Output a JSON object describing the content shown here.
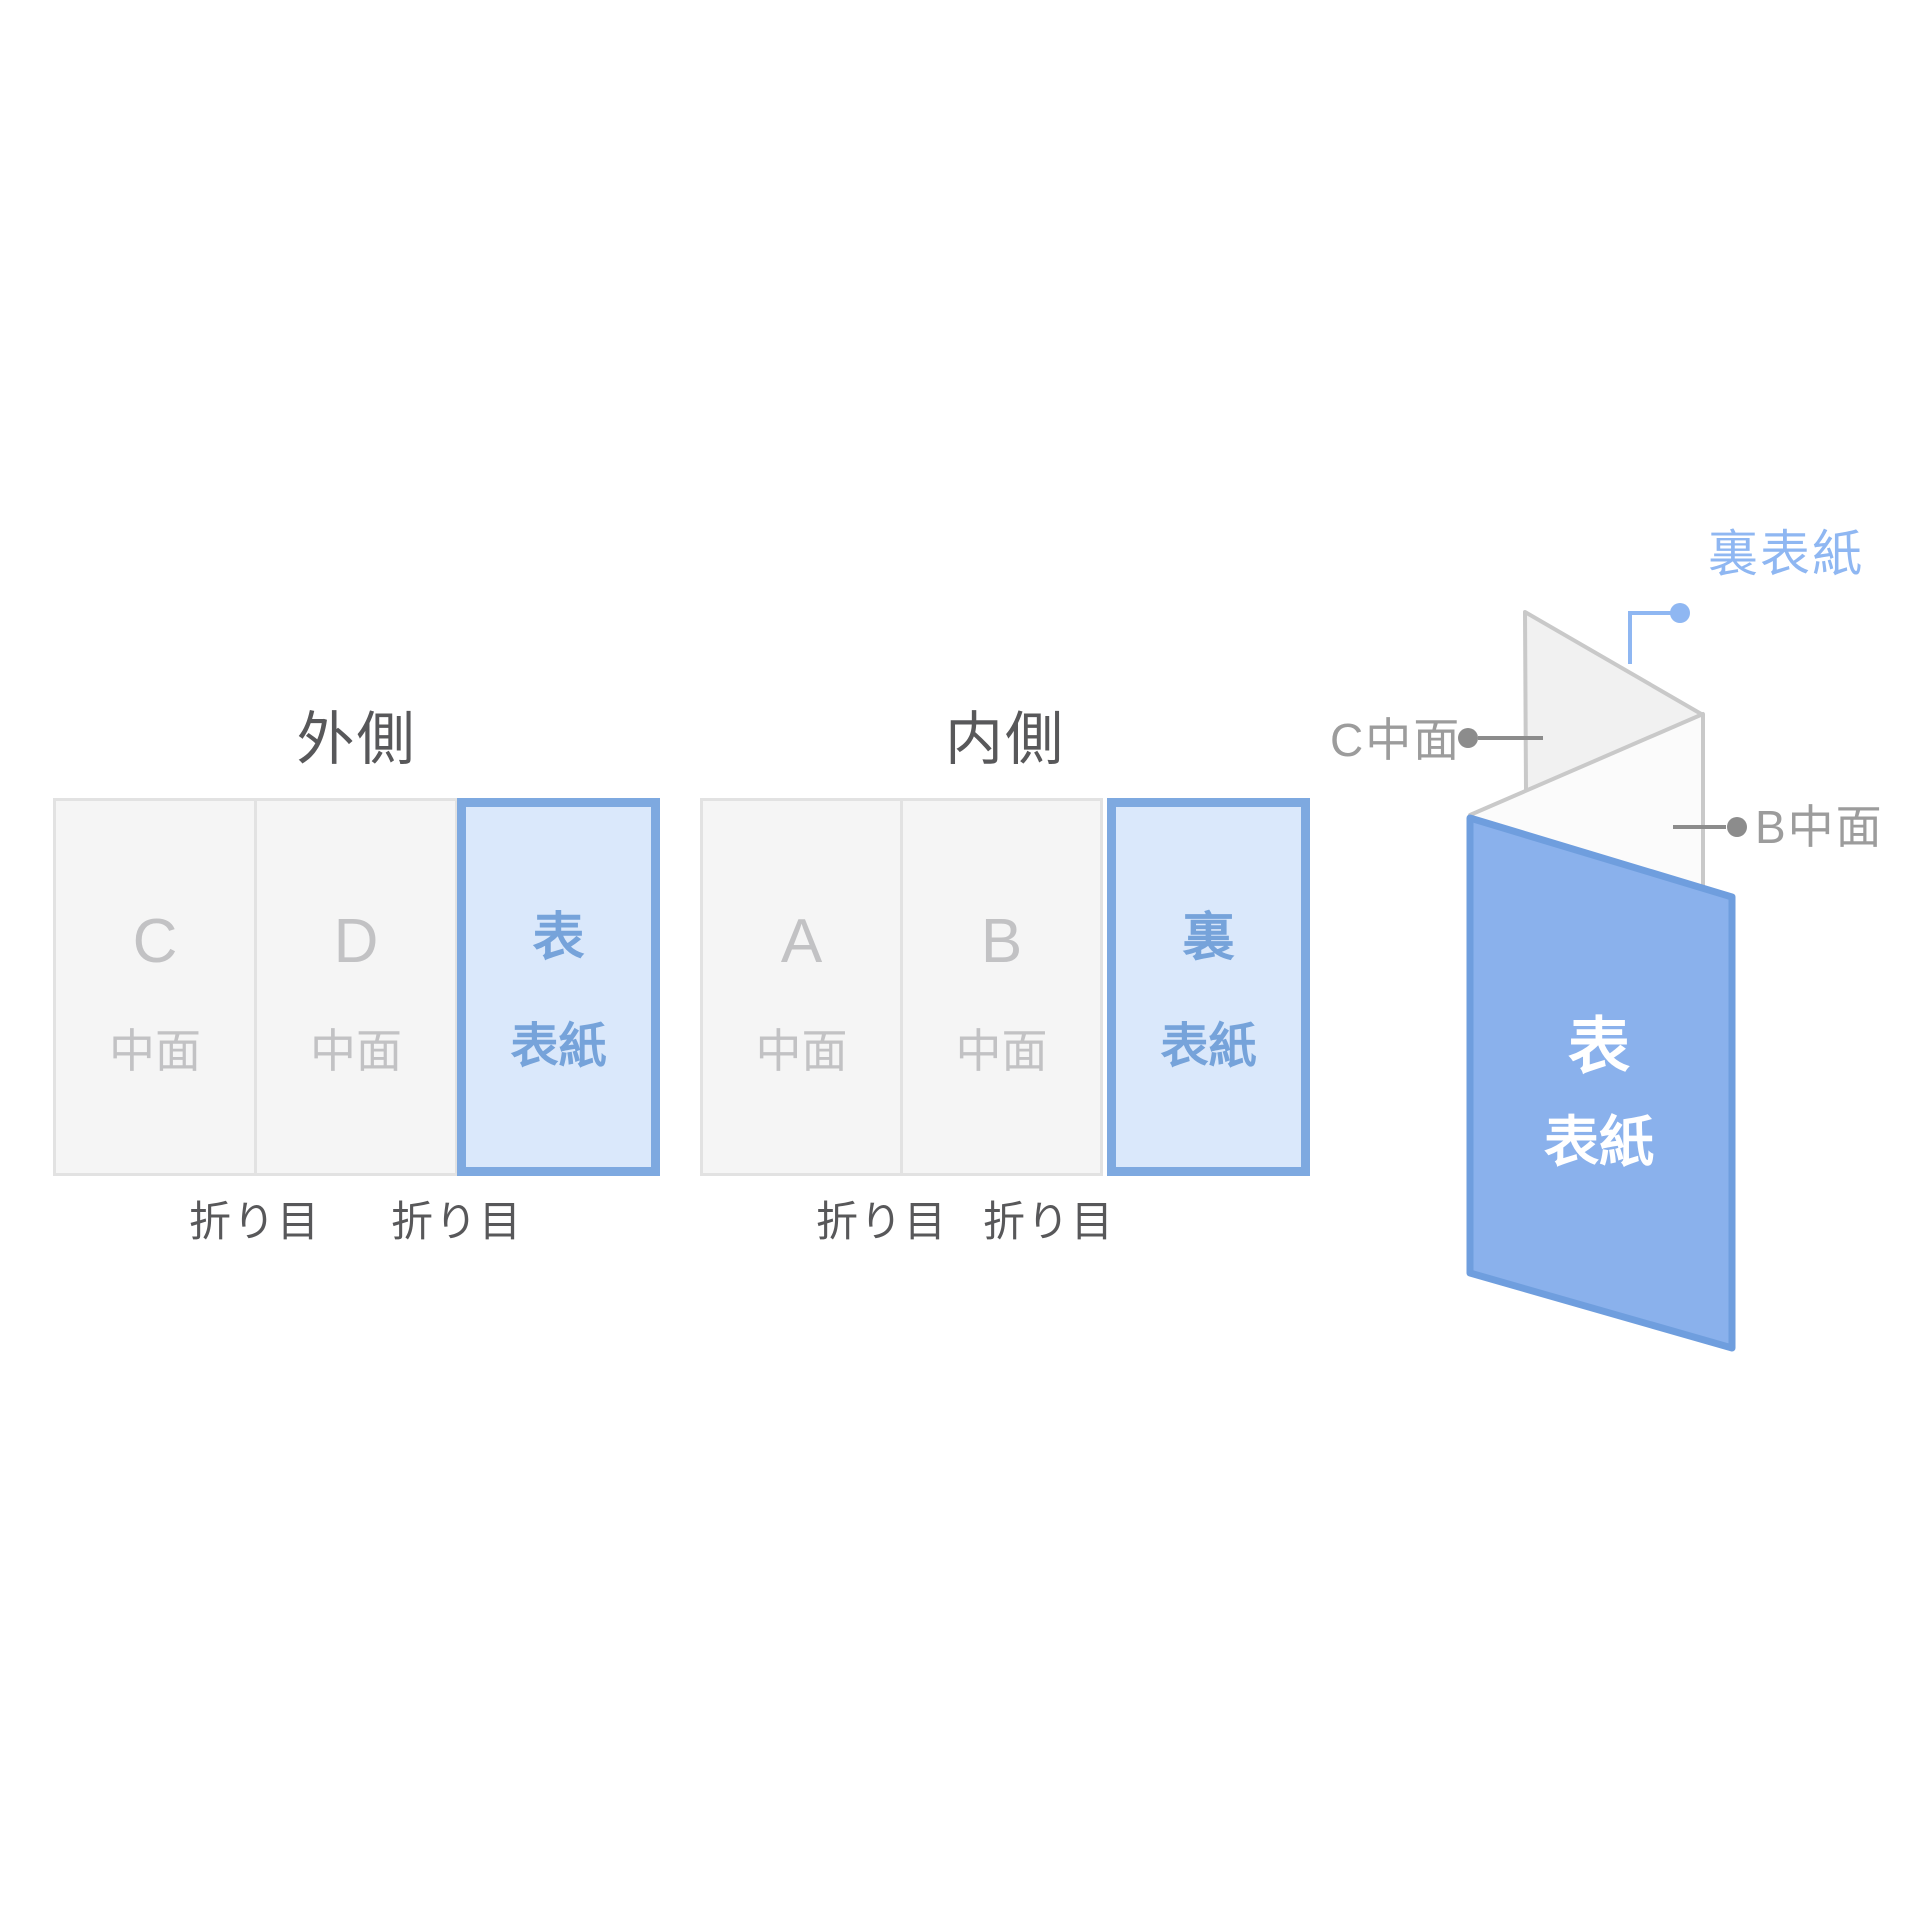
{
  "outside_block": {
    "title": "外側",
    "panels": [
      {
        "letter": "C",
        "sub": "中面"
      },
      {
        "letter": "D",
        "sub": "中面"
      },
      {
        "letter": "表",
        "sub": "表紙"
      }
    ],
    "fold_labels": [
      "折り目",
      "折り目"
    ]
  },
  "inside_block": {
    "title": "内側",
    "panels": [
      {
        "letter": "A",
        "sub": "中面"
      },
      {
        "letter": "B",
        "sub": "中面"
      },
      {
        "letter": "裏",
        "sub": "表紙"
      }
    ],
    "fold_labels": [
      "折り目",
      "折り目"
    ]
  },
  "folded_view": {
    "back_cover_label": "裏表紙",
    "c_inner_label": "C中面",
    "b_inner_label": "B中面",
    "front_cover_line1": "表",
    "front_cover_line2": "表紙"
  },
  "colors": {
    "background": "#ffffff",
    "gray_panel_fill": "#f5f5f5",
    "gray_panel_border": "#e2e2e2",
    "gray_panel_text": "#c2c2c4",
    "blue_panel_fill": "#dae8fb",
    "blue_panel_border": "#7ea9e0",
    "blue_panel_text": "#76a3da",
    "heading_text": "#58585a",
    "callout_gray_text": "#9c9c9c",
    "callout_gray_line": "#8c8c8c",
    "callout_blue": "#8fb7f2",
    "cover_3d_fill": "#8ab1ec",
    "cover_3d_stroke": "#6f9ede",
    "triangle_fill": "#f1f1f1",
    "triangle_stroke": "#c9c9c9",
    "bpanel_fill": "#fbfbfb",
    "cover_3d_text": "#ffffff"
  }
}
